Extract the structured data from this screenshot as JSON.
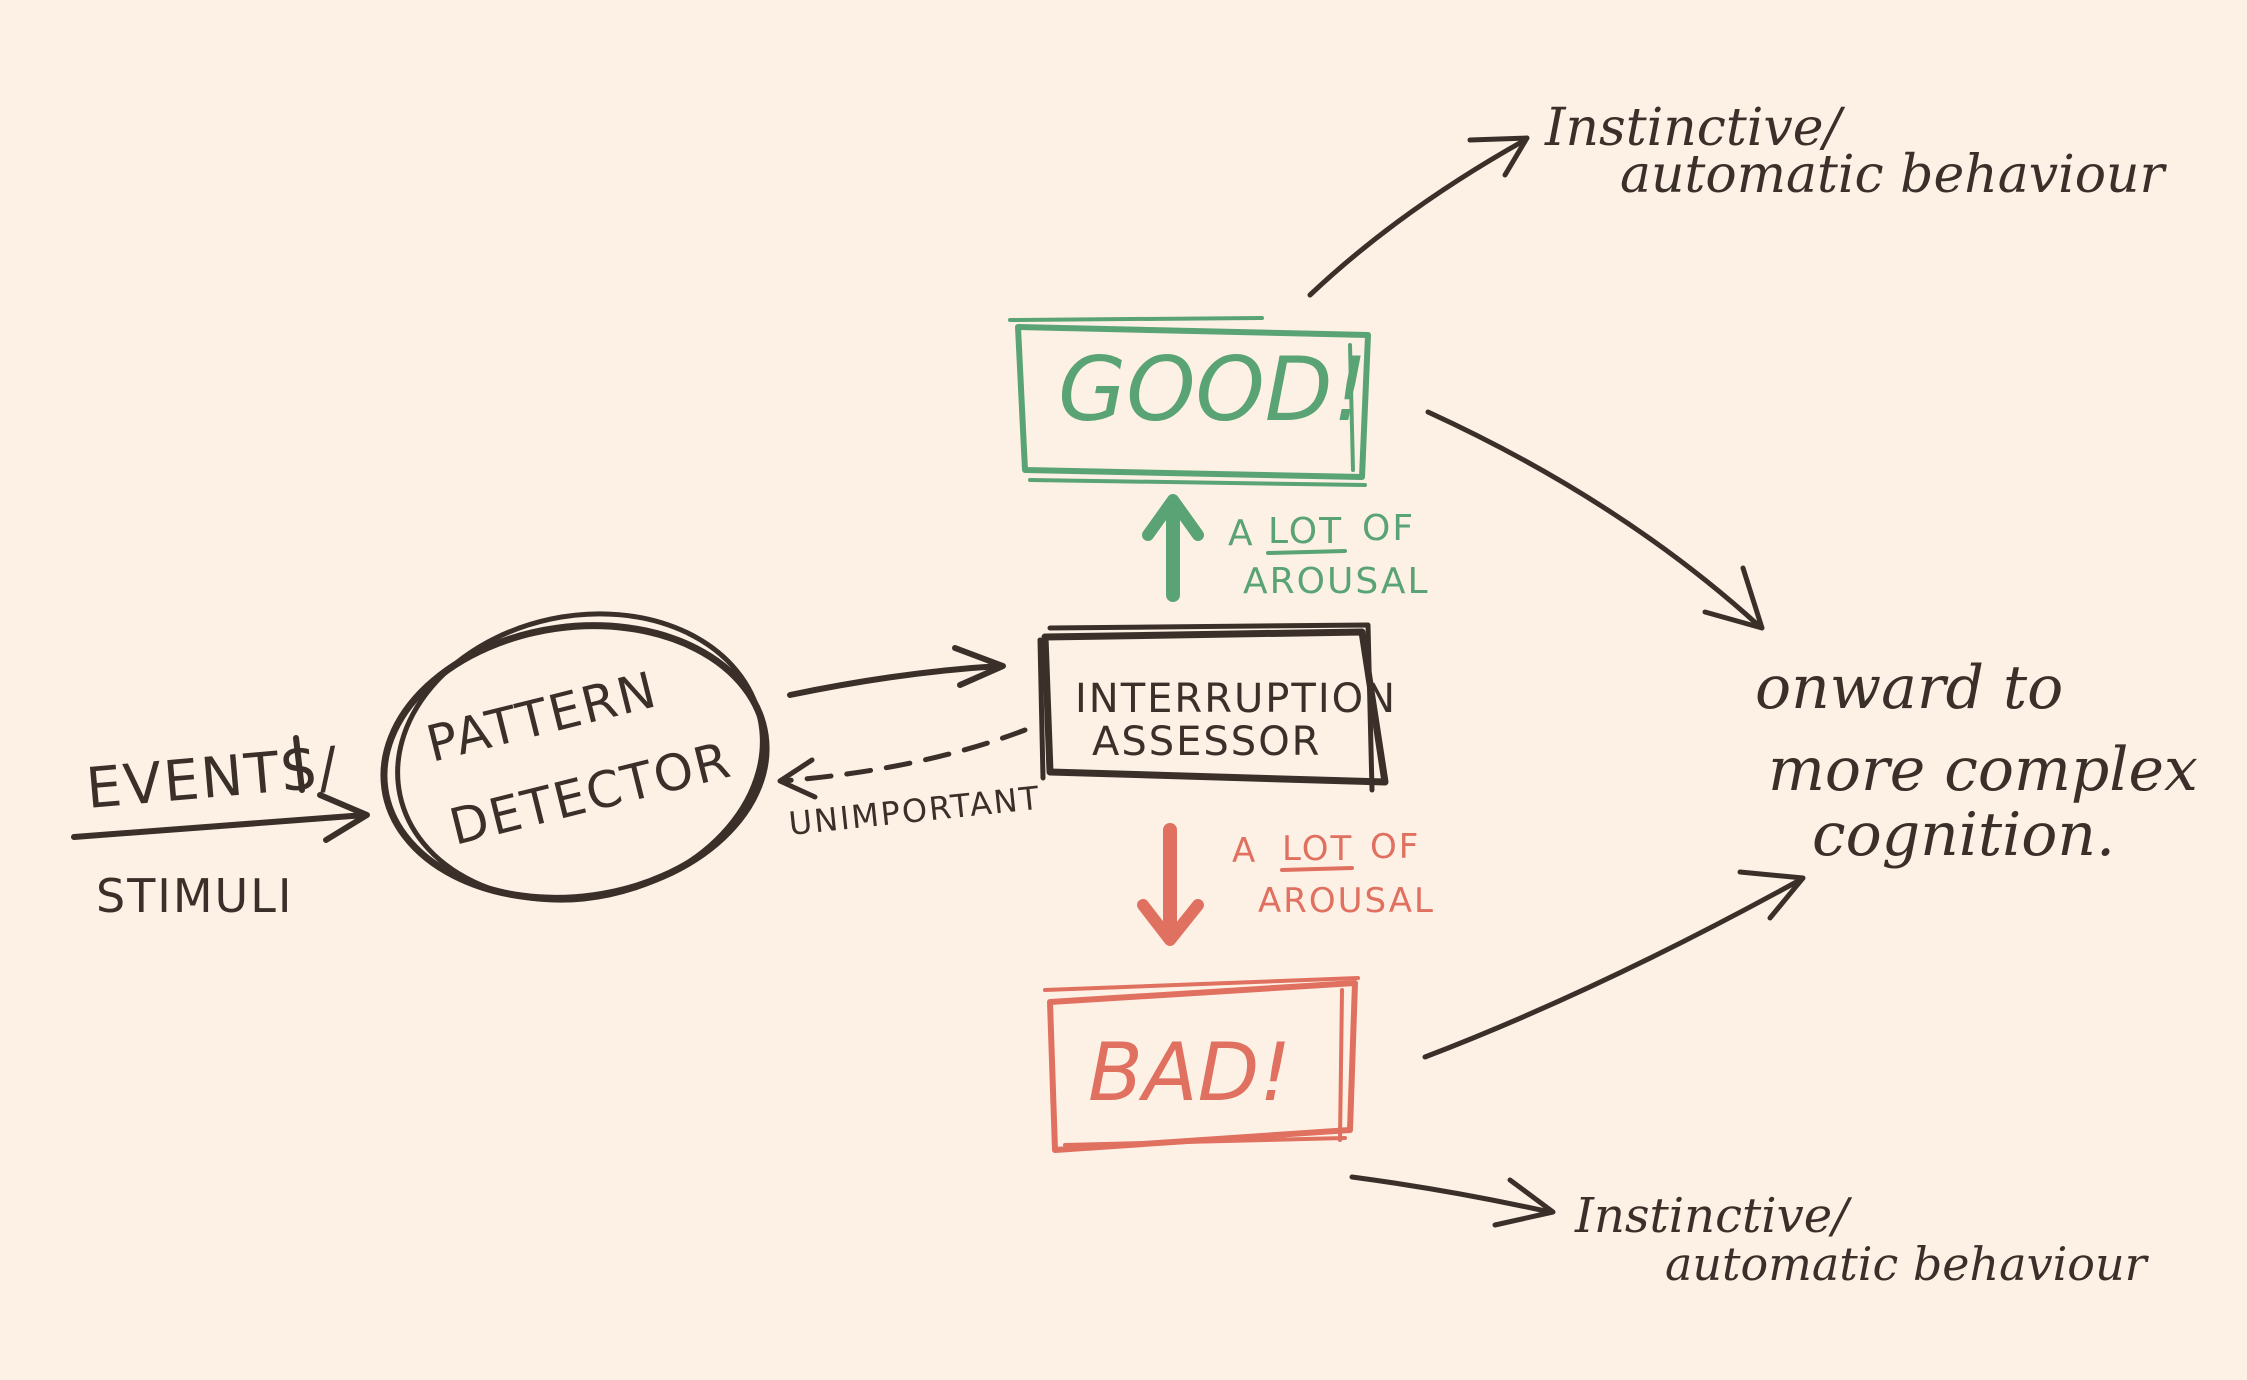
{
  "colors": {
    "background": "#fdf1e6",
    "ink": "#3b2f2a",
    "good": "#5aa374",
    "bad": "#e0705f"
  },
  "nodes": {
    "events_top": "EVENTS/",
    "events_bottom": "STIMULI",
    "pattern_line1": "PATTERN",
    "pattern_line2": "DETECTOR",
    "interruption_line1": "INTERRUPTION",
    "interruption_line2": "ASSESSOR",
    "unimportant": "UNIMPORTANT",
    "good": "GOOD!",
    "bad": "BAD!",
    "arousal_good_line1_a": "A",
    "arousal_good_line1_lot": "LOT",
    "arousal_good_line1_of": "OF",
    "arousal_good_line2": "AROUSAL",
    "arousal_bad_line1_a": "A",
    "arousal_bad_line1_lot": "LOT",
    "arousal_bad_line1_of": "OF",
    "arousal_bad_line2": "AROUSAL",
    "instinctive_top_line1": "Instinctive/",
    "instinctive_top_line2": "automatic behaviour",
    "instinctive_bottom_line1": "Instinctive/",
    "instinctive_bottom_line2": "automatic behaviour",
    "onward_line1": "onward to",
    "onward_line2": "more complex",
    "onward_line3": "cognition."
  }
}
